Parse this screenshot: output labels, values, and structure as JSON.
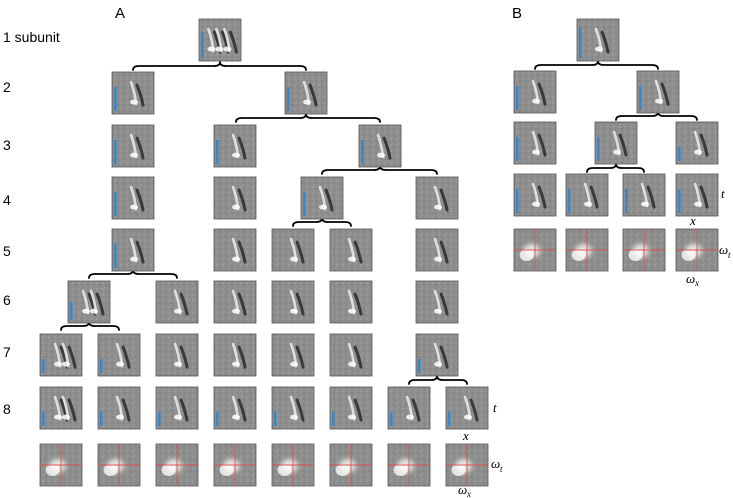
{
  "panel_a": {
    "letter": "A",
    "row_labels": [
      "1 subunit",
      "2",
      "3",
      "4",
      "5",
      "6",
      "7",
      "8"
    ],
    "axis_t": "t",
    "axis_x": "x",
    "axis_omega_t": "ω",
    "axis_omega_t_sub": "t",
    "axis_omega_x": "ω",
    "axis_omega_x_sub": "x"
  },
  "panel_b": {
    "letter": "B",
    "axis_t": "t",
    "axis_x": "x",
    "axis_omega_t": "ω",
    "axis_omega_t_sub": "t",
    "axis_omega_x": "ω",
    "axis_omega_x_sub": "x"
  },
  "colors": {
    "tile_background": "#8e8e8e",
    "tile_border": "#555555",
    "time_bar": "#3a86c8",
    "frequency_cross": "#d9534f",
    "brace": "#000000"
  }
}
